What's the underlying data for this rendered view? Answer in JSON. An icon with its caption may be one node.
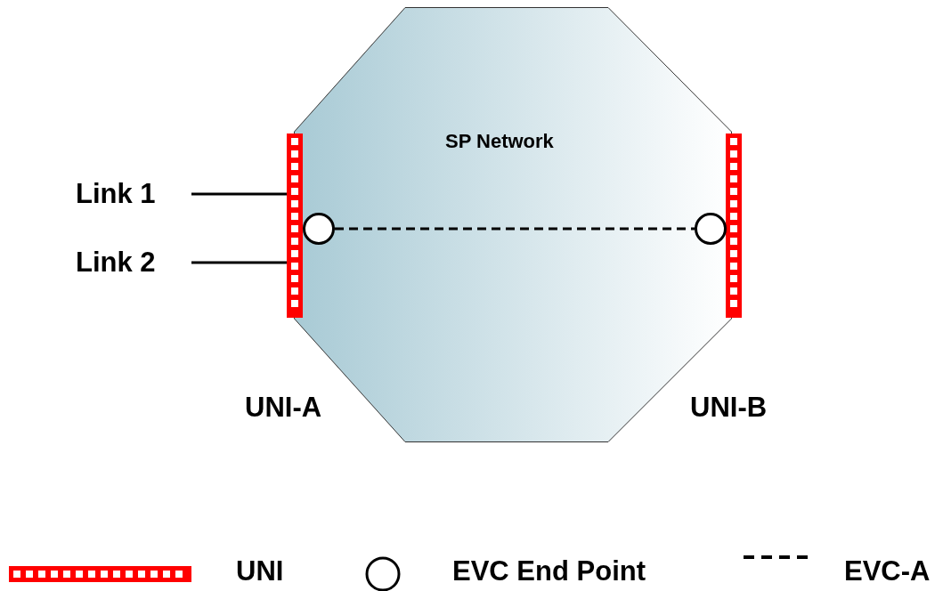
{
  "diagram": {
    "nodes": [
      {
        "text": [
          "SP Network"
        ]
      },
      {
        "text": [
          "UNI-A"
        ]
      },
      {
        "text": [
          "UNI-B"
        ]
      },
      {
        "text": [
          "Link 1"
        ]
      },
      {
        "text": [
          "Link 2"
        ]
      },
      {
        "text": [],
        "shape": "circle",
        "in": 0
      },
      {
        "text": [],
        "shape": "circle",
        "in": 0
      }
    ],
    "edges": [
      {
        "from": 3,
        "to": 1,
        "arrow": "none"
      },
      {
        "from": 4,
        "to": 1,
        "arrow": "none"
      },
      {
        "from": 5,
        "to": 6,
        "arrow": "none",
        "style": "dashed"
      }
    ],
    "legend": [
      {
        "text": "UNI"
      },
      {
        "text": "EVC End Point"
      },
      {
        "text": "EVC-A"
      }
    ]
  }
}
